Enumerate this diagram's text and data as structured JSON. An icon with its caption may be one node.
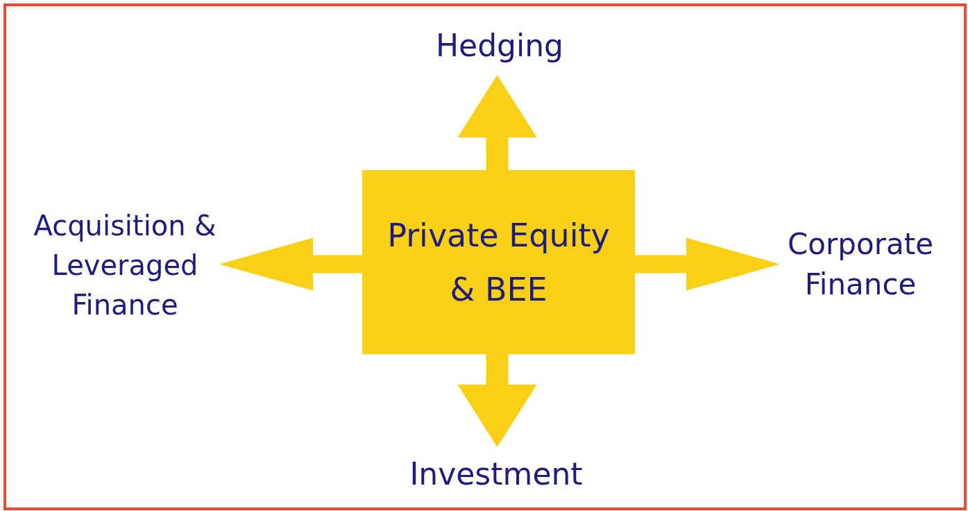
{
  "diagram": {
    "nodes": [
      {
        "text": [
          "Private Equity & BEE"
        ]
      },
      {
        "text": [
          "Hedging"
        ]
      },
      {
        "text": [
          "Acquisition & Leveraged Finance"
        ]
      },
      {
        "text": [
          "Corporate Finance"
        ]
      },
      {
        "text": [
          "Investment"
        ]
      }
    ],
    "edges": [
      {
        "from": 0,
        "to": 1,
        "arrow": "to"
      },
      {
        "from": 0,
        "to": 2,
        "arrow": "to"
      },
      {
        "from": 0,
        "to": 3,
        "arrow": "to"
      },
      {
        "from": 0,
        "to": 4,
        "arrow": "to"
      }
    ]
  }
}
